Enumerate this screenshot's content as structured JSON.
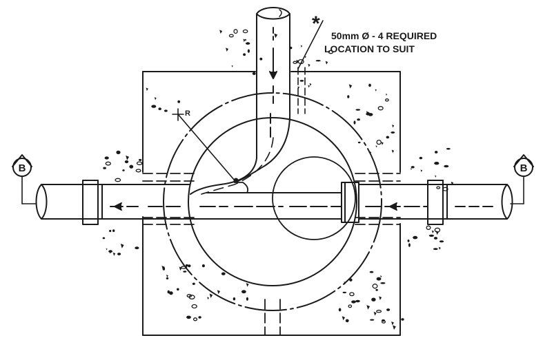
{
  "drawing": {
    "note_marker": "*",
    "note_line1": "50mm Ø - 4 REQUIRED",
    "note_line2": "LOCATION TO SUIT",
    "radius_label": "R",
    "section_left": "B",
    "section_right": "B"
  },
  "colors": {
    "ink": "#1a1a1a",
    "paper": "#ffffff"
  }
}
